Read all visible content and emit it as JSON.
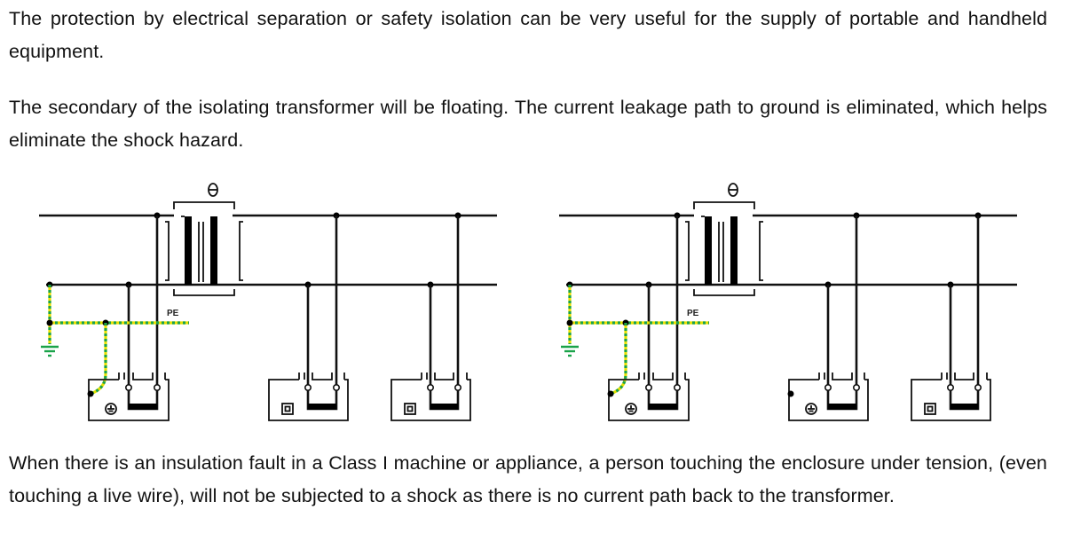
{
  "document": {
    "paragraphs": [
      "The protection by electrical separation or safety isolation can be very useful for the supply of portable and handheld equipment.",
      "The secondary of the isolating transformer will be floating. The current leakage path to ground is eliminated, which helps eliminate the shock hazard.",
      "When there is an insulation fault in a Class I machine or appliance, a person touching the enclosure under tension, (even touching a live wire), will not be subjected to a shock as there is no current path back to the transformer."
    ]
  },
  "diagrams": [
    {
      "name": "left-diagram",
      "pe_label": "PE",
      "transformer_symbol": "isolating-transformer-icon",
      "appliances": [
        {
          "class": "Class I",
          "symbol": "earth-symbol-icon",
          "pe_connected": true
        },
        {
          "class": "Class II",
          "symbol": "double-insulation-icon",
          "pe_connected": false
        },
        {
          "class": "Class II",
          "symbol": "double-insulation-icon",
          "pe_connected": false
        }
      ]
    },
    {
      "name": "right-diagram",
      "pe_label": "PE",
      "transformer_symbol": "isolating-transformer-icon",
      "appliances": [
        {
          "class": "Class I",
          "symbol": "earth-symbol-icon",
          "pe_connected": true
        },
        {
          "class": "Class I",
          "symbol": "earth-symbol-icon",
          "pe_connected": false
        },
        {
          "class": "Class II",
          "symbol": "double-insulation-icon",
          "pe_connected": false
        }
      ]
    }
  ],
  "colors": {
    "pe_yellow": "#e8e000",
    "pe_green": "#1aa34a",
    "wire": "#111111"
  }
}
